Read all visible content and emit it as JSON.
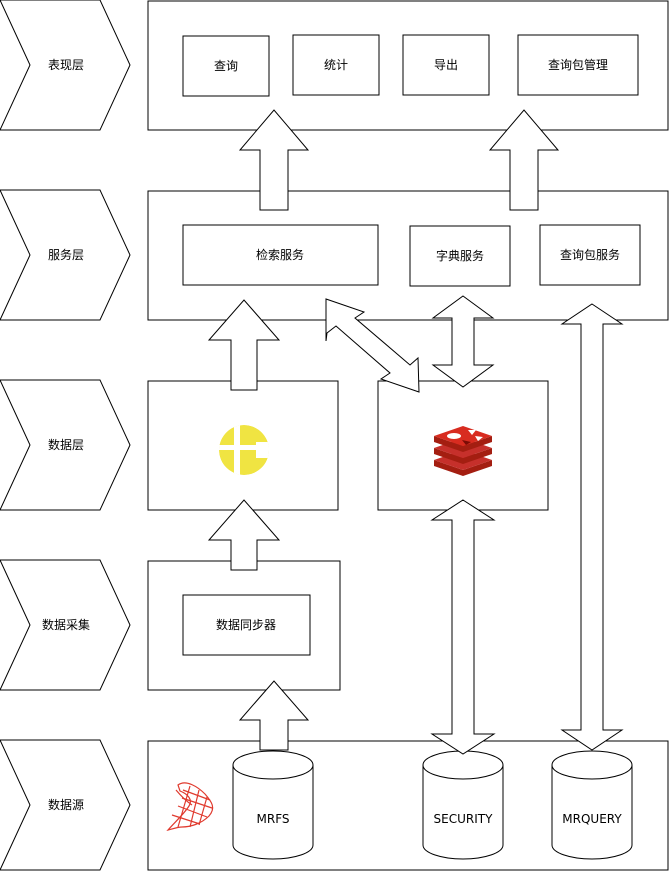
{
  "layers": {
    "presentation": "表现层",
    "service": "服务层",
    "data": "数据层",
    "collection": "数据采集",
    "source": "数据源"
  },
  "presentation": {
    "query": "查询",
    "stats": "统计",
    "export": "导出",
    "package_manage": "查询包管理"
  },
  "service": {
    "search": "检索服务",
    "dictionary": "字典服务",
    "package_service": "查询包服务"
  },
  "collection": {
    "sync": "数据同步器"
  },
  "sources": {
    "mrfs": "MRFS",
    "security": "SECURITY",
    "mrquery": "MRQUERY"
  },
  "icons": {
    "search_engine": "elasticsearch-icon",
    "cache": "redis-icon",
    "database": "sql-server-icon"
  },
  "colors": {
    "elastic": "#F0E442",
    "redis": "#C6302B",
    "redis_dark": "#A41E11",
    "sqlserver": "#E03A2E"
  }
}
